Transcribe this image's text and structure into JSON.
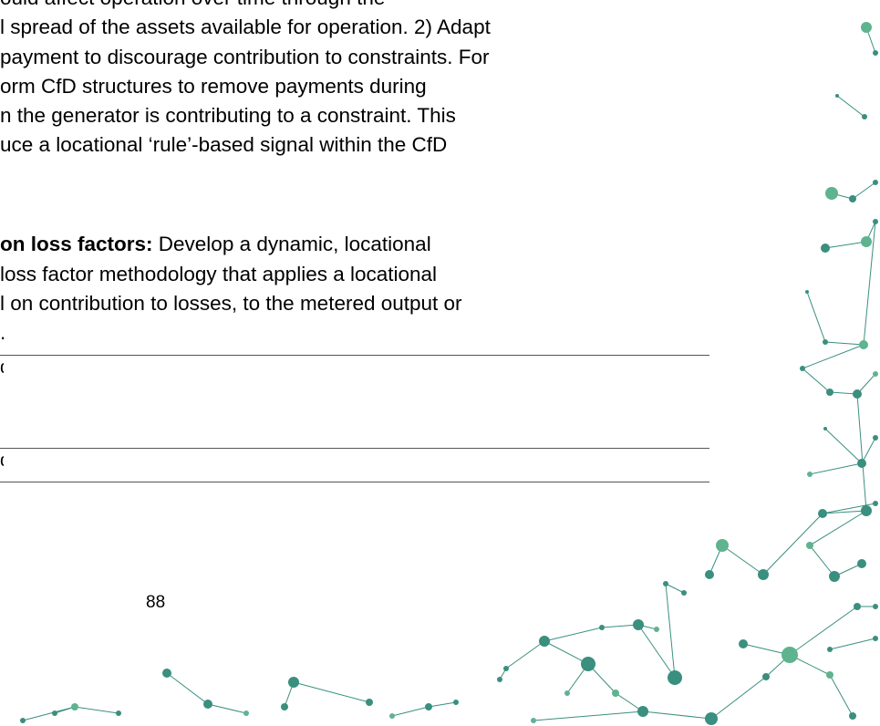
{
  "document": {
    "lines": [
      {
        "text": "ould affect operation over time through the"
      },
      {
        "text": "l spread of the assets available for operation. 2) Adapt"
      },
      {
        "text": "payment to discourage contribution to constraints. For"
      },
      {
        "text": "orm CfD structures to remove payments during"
      },
      {
        "text": "n the generator is contributing to a constraint. This"
      },
      {
        "text": "uce a locational ‘rule’-based signal within the CfD"
      }
    ],
    "section_heading": "on loss factors:",
    "section_lines": [
      {
        "text": " Develop a dynamic, locational"
      },
      {
        "text": " loss factor methodology that applies a locational"
      },
      {
        "text": "l on contribution to losses, to the metered output or"
      },
      {
        "text": "."
      }
    ],
    "table_marks": [
      "d",
      "d"
    ],
    "page_number": "88"
  },
  "decoration": {
    "name": "network-graphic",
    "colors": {
      "node": "#3a8f7f",
      "node_light": "#5fb38f",
      "link": "#3a8f7f"
    }
  }
}
